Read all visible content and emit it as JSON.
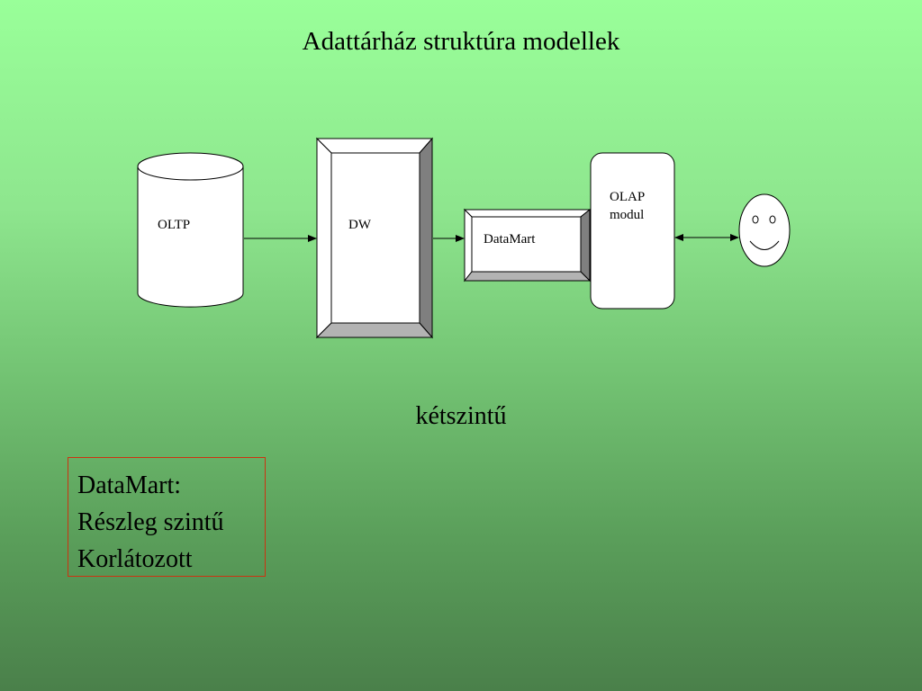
{
  "slide": {
    "title": "Adattárház struktúra modellek",
    "subtitle": "kétszintű"
  },
  "diagram": {
    "nodes": {
      "oltp": "OLTP",
      "dw": "DW",
      "datamart": "DataMart",
      "olap_line1": "OLAP",
      "olap_line2": "modul"
    }
  },
  "note": {
    "lines": [
      "DataMart:",
      "Részleg szintű",
      "Korlátozott"
    ]
  }
}
